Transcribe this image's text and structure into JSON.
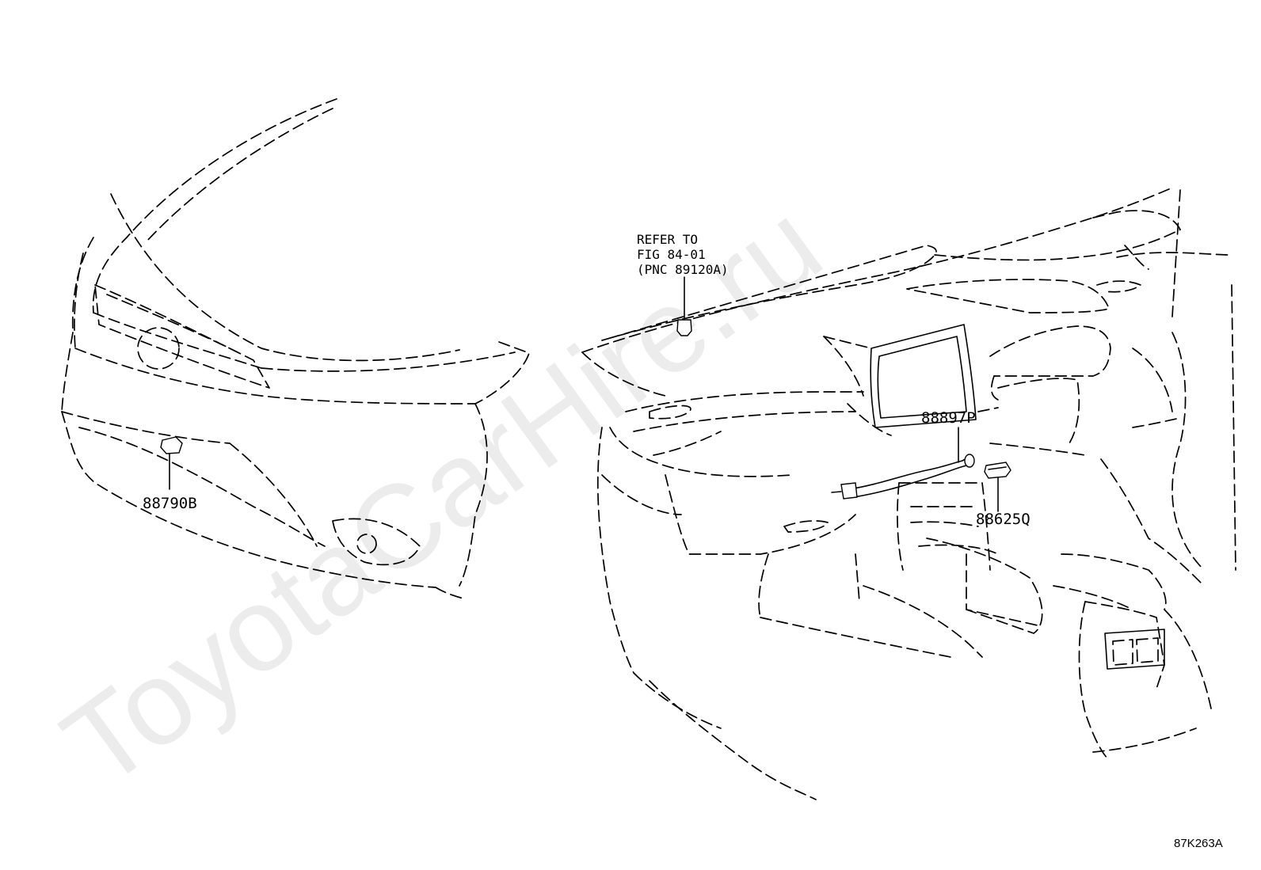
{
  "watermark": "ToyotaCarHire.ru",
  "figure_code": "87K263A",
  "reference_note": [
    "REFER TO",
    "FIG 84-01",
    "(PNC 89120A)"
  ],
  "parts": [
    {
      "id": "88790B",
      "label": "88790B"
    },
    {
      "id": "88897P",
      "label": "88897P"
    },
    {
      "id": "88625Q",
      "label": "88625Q"
    }
  ]
}
